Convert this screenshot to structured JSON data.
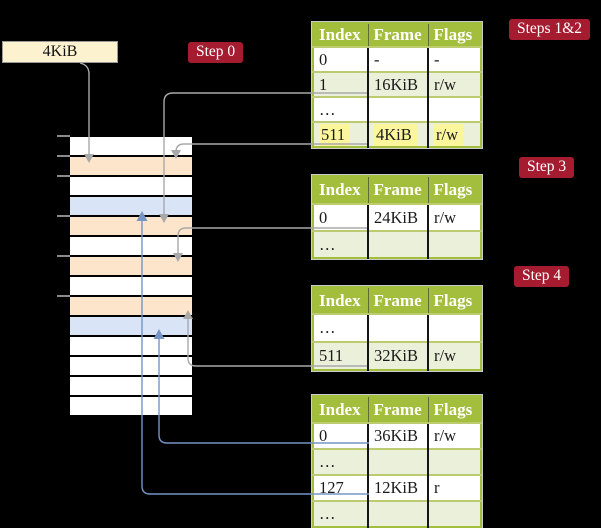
{
  "colors": {
    "background": "#000000",
    "table_header_green": "#a3bd3c",
    "table_row_green": "#ebf0da",
    "table_row_white": "#ffffff",
    "row_separator_olive": "#bcca70",
    "step_label_red": "#a51c30",
    "frame_peach": "#fde5cb",
    "frame_blue": "#d9e5f6",
    "free_frame_cream": "#fdf2cf",
    "highlight_yellow": "#fbf69b",
    "connector_gray": "#a9a9a9",
    "connector_blue": "#7795c4"
  },
  "free_frame_box": {
    "label": "4KiB"
  },
  "step_labels": {
    "step0": "Step 0",
    "steps_1_2": "Steps 1&2",
    "step3": "Step 3",
    "step4": "Step 4"
  },
  "tables": [
    {
      "id": "level4-table",
      "headers": [
        "Index",
        "Frame",
        "Flags"
      ],
      "rows": [
        {
          "cells": [
            "0",
            "-",
            "-"
          ]
        },
        {
          "cells": [
            "1",
            "16KiB",
            "r/w"
          ]
        },
        {
          "cells": [
            "…",
            "",
            ""
          ]
        },
        {
          "cells": [
            "511",
            "4KiB",
            "r/w"
          ],
          "highlighted": true
        }
      ]
    },
    {
      "id": "level3-table",
      "headers": [
        "Index",
        "Frame",
        "Flags"
      ],
      "rows": [
        {
          "cells": [
            "0",
            "24KiB",
            "r/w"
          ]
        },
        {
          "cells": [
            "…",
            "",
            ""
          ]
        }
      ]
    },
    {
      "id": "level2-table",
      "headers": [
        "Index",
        "Frame",
        "Flags"
      ],
      "rows": [
        {
          "cells": [
            "…",
            "",
            ""
          ]
        },
        {
          "cells": [
            "511",
            "32KiB",
            "r/w"
          ]
        }
      ]
    },
    {
      "id": "level1-table",
      "headers": [
        "Index",
        "Frame",
        "Flags"
      ],
      "rows": [
        {
          "cells": [
            "0",
            "36KiB",
            "r/w"
          ]
        },
        {
          "cells": [
            "…",
            "",
            ""
          ]
        },
        {
          "cells": [
            "127",
            "12KiB",
            "r"
          ]
        },
        {
          "cells": [
            "…",
            "",
            ""
          ]
        }
      ]
    }
  ],
  "memory_column": {
    "row_colors": [
      "white",
      "peach",
      "white",
      "blue",
      "peach",
      "white",
      "peach",
      "white",
      "peach",
      "blue",
      "white",
      "white",
      "white",
      "white"
    ]
  }
}
